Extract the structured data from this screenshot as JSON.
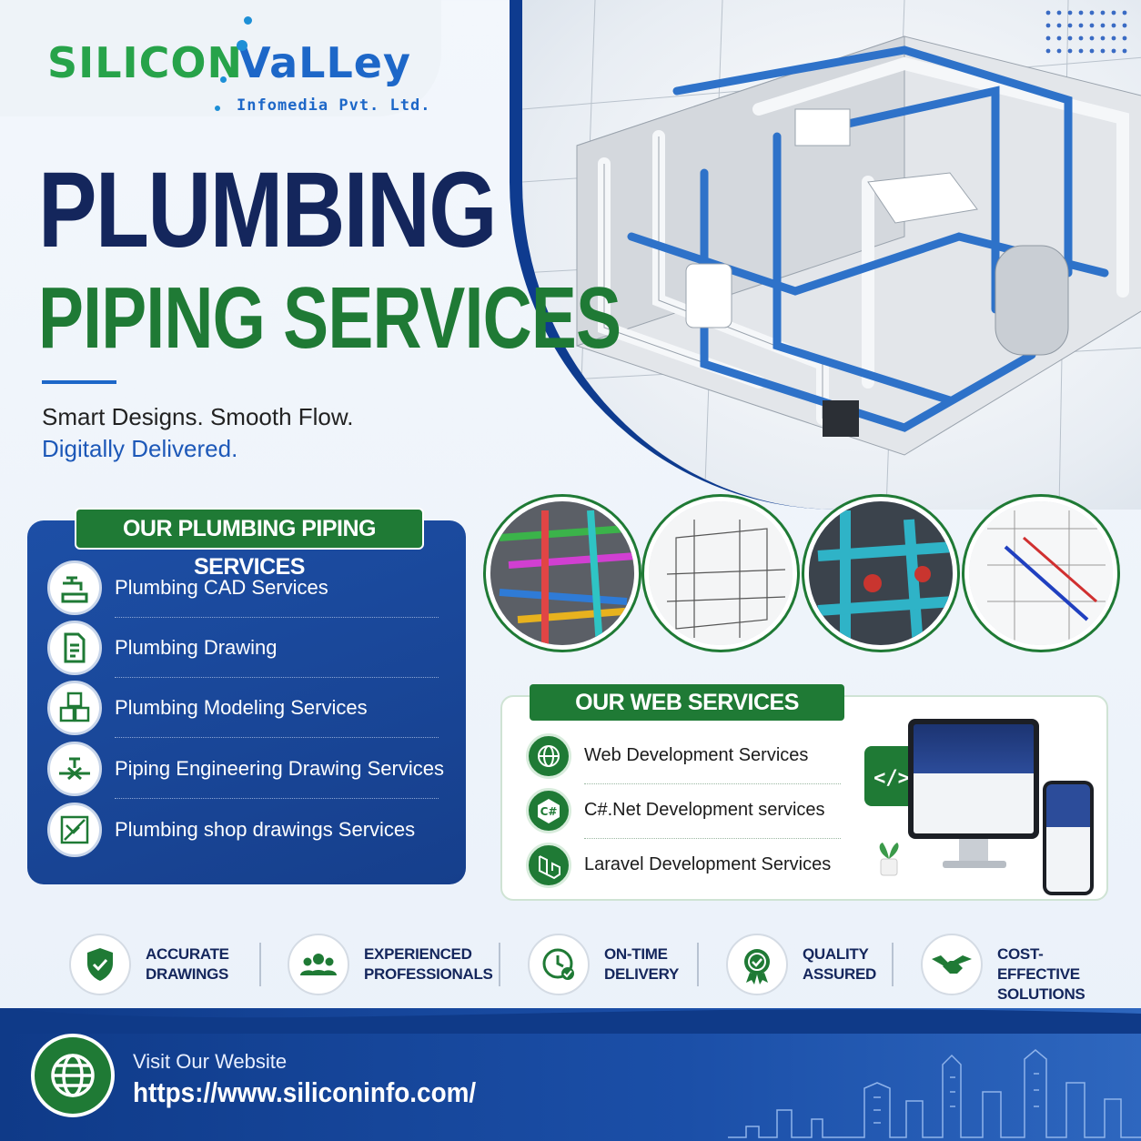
{
  "logo": {
    "word1": "SILICON",
    "word2": "VaLLey",
    "subtitle": "Infomedia Pvt. Ltd."
  },
  "hero": {
    "headline_line1": "PLUMBING",
    "headline_line2": "PIPING SERVICES",
    "tagline_line1": "Smart Designs. Smooth Flow.",
    "tagline_line2": "Digitally Delivered.",
    "image": "plumbing-3d-render"
  },
  "thumbnails": [
    {
      "image": "colored-pipes-render"
    },
    {
      "image": "wireframe-piping"
    },
    {
      "image": "blue-red-pipes-render"
    },
    {
      "image": "pipe-drawing-plan"
    }
  ],
  "plumbing_services": {
    "title": "OUR PLUMBING PIPING SERVICES",
    "items": [
      {
        "label": "Plumbing CAD Services",
        "icon": "faucet-icon"
      },
      {
        "label": "Plumbing Drawing",
        "icon": "document-icon"
      },
      {
        "label": "Plumbing Modeling Services",
        "icon": "cubes-icon"
      },
      {
        "label": "Piping Engineering Drawing Services",
        "icon": "valve-icon"
      },
      {
        "label": "Plumbing shop drawings Services",
        "icon": "blueprint-icon"
      }
    ]
  },
  "web_services": {
    "title": "OUR WEB SERVICES",
    "items": [
      {
        "label": "Web Development Services",
        "icon": "globe-icon"
      },
      {
        "label": "C#.Net Development services",
        "icon": "csharp-icon"
      },
      {
        "label": "Laravel Development Services",
        "icon": "laravel-icon"
      }
    ],
    "devices_image": "monitor-phone-mockup"
  },
  "features": [
    {
      "line1": "ACCURATE",
      "line2": "DRAWINGS",
      "icon": "shield-check-icon"
    },
    {
      "line1": "EXPERIENCED",
      "line2": "PROFESSIONALS",
      "icon": "people-icon"
    },
    {
      "line1": "ON-TIME",
      "line2": "DELIVERY",
      "icon": "clock-check-icon"
    },
    {
      "line1": "QUALITY",
      "line2": "ASSURED",
      "icon": "quality-badge-icon"
    },
    {
      "line1": "COST-EFFECTIVE",
      "line2": "SOLUTIONS",
      "icon": "handshake-icon"
    }
  ],
  "footer": {
    "visit_label": "Visit Our Website",
    "url": "https://www.siliconinfo.com/",
    "icon": "globe-icon"
  },
  "colors": {
    "navy": "#14265c",
    "green": "#1f7a35",
    "blue": "#1d4fa6",
    "accent_blue": "#1d67c8"
  }
}
